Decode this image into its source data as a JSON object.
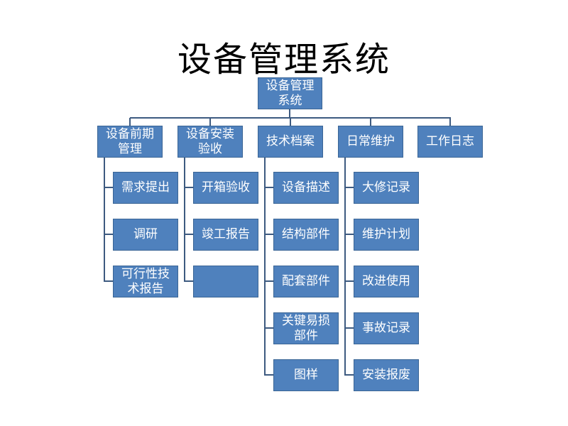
{
  "title": "设备管理系统",
  "root": "设备管理\n系统",
  "branches": [
    {
      "label": "设备前期\n管理",
      "children": [
        "需求提出",
        "调研",
        "可行性技\n术报告"
      ]
    },
    {
      "label": "设备安装\n验收",
      "children": [
        "开箱验收",
        "竣工报告",
        ""
      ]
    },
    {
      "label": "技术档案",
      "children": [
        "设备描述",
        "结构部件",
        "配套部件",
        "关键易损\n部件",
        "图样"
      ]
    },
    {
      "label": "日常维护",
      "children": [
        "大修记录",
        "维护计划",
        "改进使用",
        "事故记录",
        "安装报废"
      ]
    },
    {
      "label": "工作日志",
      "children": []
    }
  ],
  "colors": {
    "box": "#4f81bd",
    "line": "#3d5a80"
  }
}
